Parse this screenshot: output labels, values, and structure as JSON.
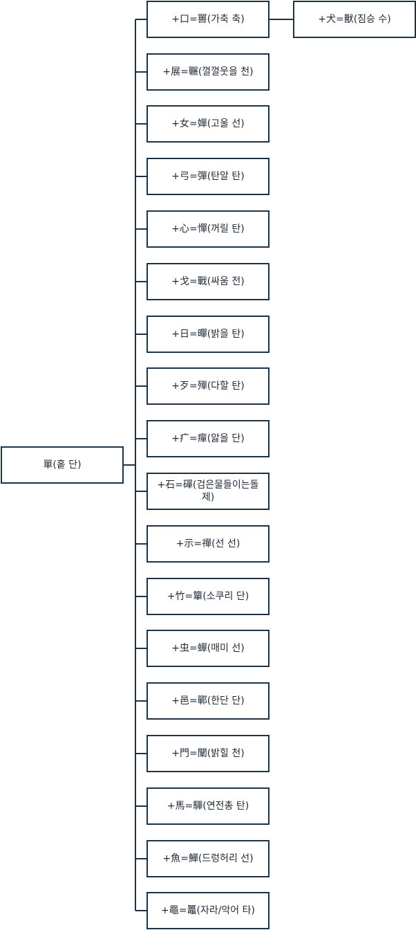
{
  "root": {
    "label": "單(홑 단)"
  },
  "children": [
    {
      "label": "+口=嘼(가축 축)"
    },
    {
      "label": "+展=囅(껄껄웃을 천)"
    },
    {
      "label": "+女=嬋(고울 선)"
    },
    {
      "label": "+弓=彈(탄알 탄)"
    },
    {
      "label": "+心=憚(꺼릴 탄)"
    },
    {
      "label": "+戈=戰(싸움 전)"
    },
    {
      "label": "+日=暺(밝을 탄)"
    },
    {
      "label": "+歹=殫(다할 탄)"
    },
    {
      "label": "+疒=癉(앓을 단)"
    },
    {
      "label": "+石=磾(검은물들이는돌 제)"
    },
    {
      "label": "+示=禪(선 선)"
    },
    {
      "label": "+竹=簞(소쿠리 단)"
    },
    {
      "label": "+虫=蟬(매미 선)"
    },
    {
      "label": "+邑=鄲(한단 단)"
    },
    {
      "label": "+門=闡(밝힐 천)"
    },
    {
      "label": "+馬=驒(연전총 탄)"
    },
    {
      "label": "+魚=鱓(드렁허리 선)"
    },
    {
      "label": "+黽=鼉(자라/악어 타)"
    }
  ],
  "grandchild": {
    "label": "+犬=獸(짐승 수)"
  }
}
